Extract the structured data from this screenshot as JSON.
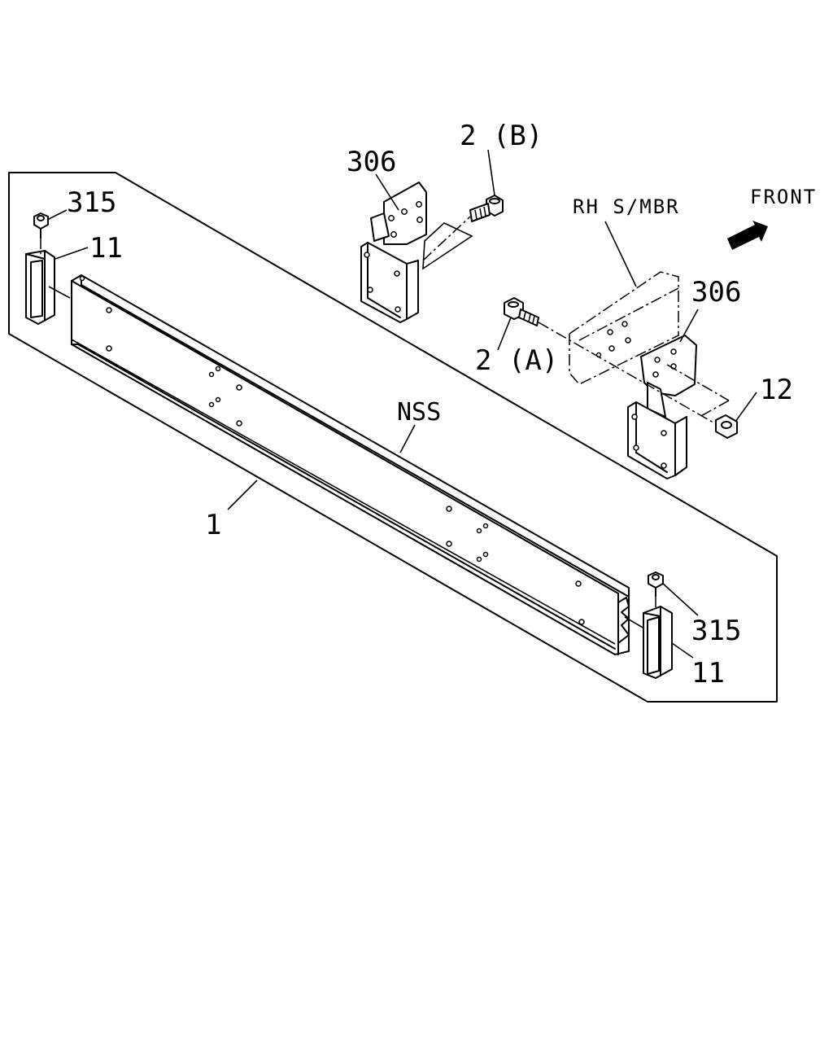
{
  "diagram": {
    "labels": {
      "part_1": "1",
      "part_2a": "2 (A)",
      "part_2b": "2 (B)",
      "part_11_left": "11",
      "part_11_right": "11",
      "part_12": "12",
      "part_306_left": "306",
      "part_306_right": "306",
      "part_315_left": "315",
      "part_315_right": "315",
      "nss": "NSS",
      "rh_smbr": "RH S/MBR",
      "front": "FRONT"
    },
    "icons": [
      "front-direction-arrow-icon"
    ],
    "line_color": "#000000",
    "background_color": "#ffffff"
  }
}
